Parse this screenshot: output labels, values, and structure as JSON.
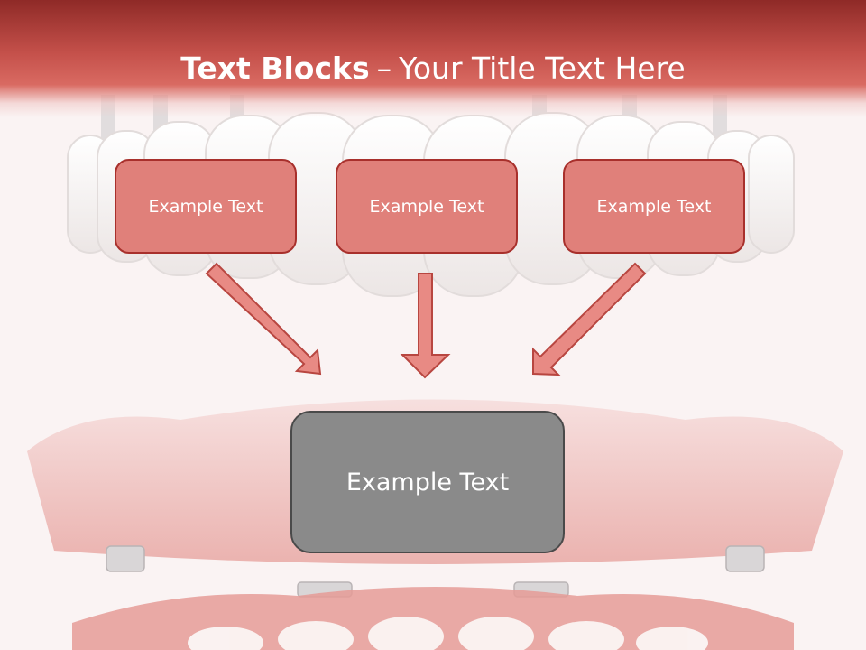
{
  "title": {
    "bold_text": "Text Blocks",
    "separator": "–",
    "regular_text": "Your Title Text Here"
  },
  "blocks": [
    {
      "label": "Example Text"
    },
    {
      "label": "Example Text"
    },
    {
      "label": "Example Text"
    }
  ],
  "center_block": {
    "label": "Example Text"
  },
  "colors": {
    "title_bar_dark": "#8f2a27",
    "title_bar_light": "#d96a62",
    "block_fill": "#e0807a",
    "block_border": "#a8302c",
    "arrow_fill": "#e88a84",
    "arrow_stroke": "#b84640",
    "center_fill": "#8a8a8a",
    "center_border": "#4a4a4a",
    "gum": "#e6a19c",
    "teeth": "#f4efee"
  }
}
